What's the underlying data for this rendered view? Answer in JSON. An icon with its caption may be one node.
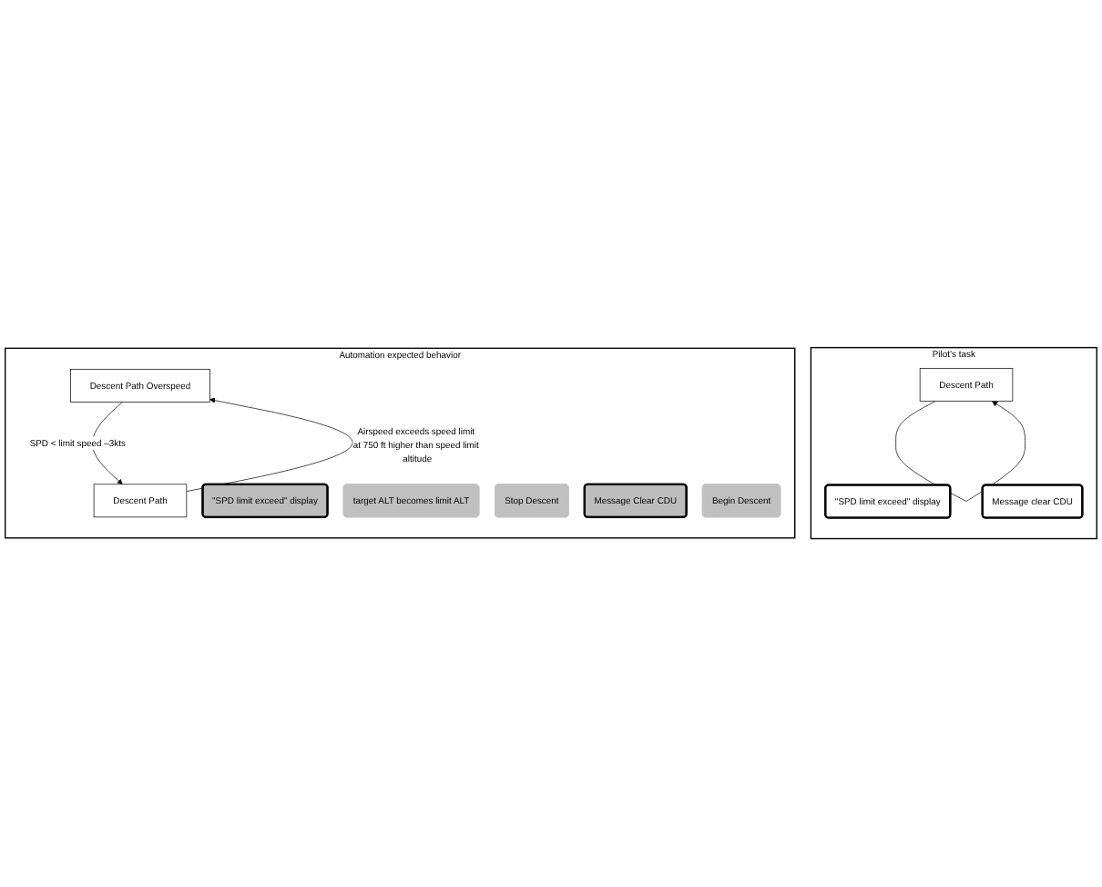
{
  "diagram": {
    "nodes": [
      {
        "text": [
          "Pilot’s task"
        ]
      },
      {
        "text": [
          "\"SPD limit exceed\" display"
        ],
        "in": 0
      },
      {
        "text": [
          "Message clear CDU"
        ],
        "in": 0
      },
      {
        "text": [
          "Descent Path"
        ],
        "in": 0
      },
      {
        "text": [
          "Automation expected behavior"
        ]
      },
      {
        "text": [
          "Descent Path Overspeed"
        ],
        "in": 4
      },
      {
        "text": [
          "\"SPD limit exceed\" display"
        ],
        "in": 4
      },
      {
        "text": [
          "target ALT becomes limit ALT"
        ],
        "in": 4
      },
      {
        "text": [
          "Stop Descent"
        ],
        "in": 4
      },
      {
        "text": [
          "Message Clear CDU"
        ],
        "in": 4
      },
      {
        "text": [
          "Begin Descent"
        ],
        "in": 4
      },
      {
        "text": [
          "Descent Path"
        ],
        "in": 4
      }
    ],
    "edges": [
      {
        "from": 3,
        "to": 3,
        "arrow": "to"
      },
      {
        "from": 11,
        "to": 5,
        "arrow": "to",
        "label": "Airspeed exceeds speed limit at 750 ft higher than speed limit altitude"
      },
      {
        "from": 5,
        "to": 11,
        "arrow": "to",
        "label": "SPD < limit speed –3kts"
      }
    ]
  }
}
